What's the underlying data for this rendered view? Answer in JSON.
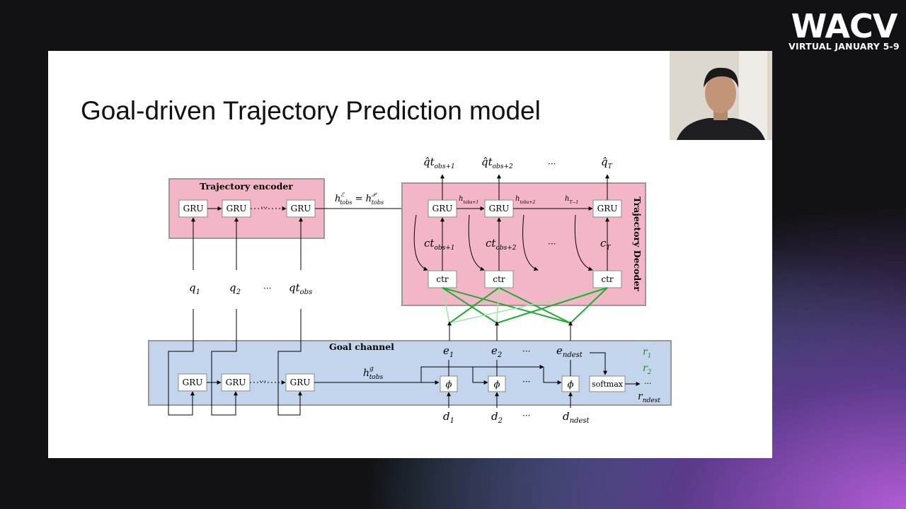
{
  "logo": {
    "name": "WACV",
    "subtitle": "VIRTUAL JANUARY 5-9"
  },
  "slide": {
    "title": "Goal-driven Trajectory Prediction model"
  },
  "diagram": {
    "encoder": {
      "label": "Trajectory encoder",
      "cells": [
        "GRU",
        "GRU",
        "GRU"
      ]
    },
    "decoder": {
      "label": "Trajectory Decoder",
      "cells": [
        "GRU",
        "GRU",
        "GRU"
      ],
      "ctr_cells": [
        "ctr",
        "ctr",
        "ctr"
      ]
    },
    "goal_channel": {
      "label": "Goal channel",
      "cells": [
        "GRU",
        "GRU",
        "GRU"
      ],
      "phi_cells": [
        "ϕ",
        "ϕ",
        "ϕ"
      ],
      "softmax": "softmax"
    },
    "ellipsis": "···"
  },
  "colors": {
    "encoder_bg": "#f2b6c6",
    "decoder_bg": "#f2b6c6",
    "goal_bg": "#c2d5ec",
    "attention_dark": "#22aa33",
    "attention_light": "#a8e0a8"
  }
}
